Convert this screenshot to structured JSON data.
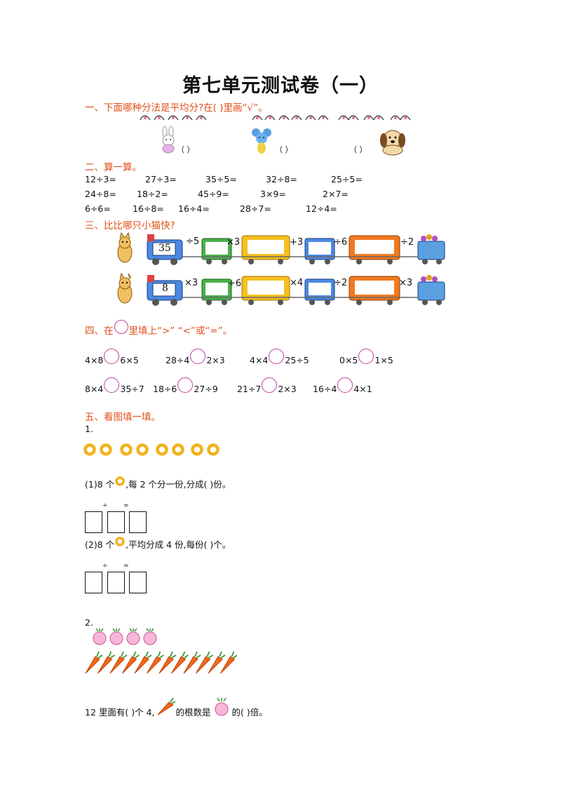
{
  "title": "第七单元测试卷（一）",
  "section1": {
    "heading": "一、下面哪种分法是平均分?在(      )里画“√”。",
    "parens": [
      "（   ）",
      "（   ）",
      "（   ）"
    ]
  },
  "section2": {
    "heading": "二、算一算。",
    "rows": [
      [
        "12÷3=",
        "27÷3=",
        "35÷5=",
        "32÷8=",
        "25÷5="
      ],
      [
        "24÷8=",
        "18÷2=",
        "45÷9=",
        "3×9=",
        "2×7="
      ],
      [
        "6÷6=",
        "16÷8=",
        "16÷4=",
        "28÷7=",
        "12÷4="
      ]
    ]
  },
  "section3": {
    "heading": "三、比比哪只小猫快?",
    "train1": {
      "start": "35",
      "ops": [
        "÷5",
        "×3",
        "+3",
        "÷6",
        "÷2"
      ]
    },
    "train2": {
      "start": "8",
      "ops": [
        "×3",
        "÷6",
        "×4",
        "÷2",
        "×3"
      ]
    }
  },
  "section4": {
    "heading_before": "四、在",
    "heading_after": "里填上“>” “<”或“=”。",
    "rows": [
      [
        [
          "4×8",
          "6×5"
        ],
        [
          "28÷4",
          "2×3"
        ],
        [
          "4×4",
          "25÷5"
        ],
        [
          "0×5",
          "1×5"
        ]
      ],
      [
        [
          "8×4",
          "35÷7"
        ],
        [
          "18÷6",
          "27÷9"
        ],
        [
          "21÷7",
          "2×3"
        ],
        [
          "16÷4",
          "4×1"
        ]
      ]
    ]
  },
  "section5": {
    "heading": "五、看图填一填。",
    "q1_label": "1.",
    "q1_part1_before": "(1)8 个",
    "q1_part1_after": ",每 2 个分一份,分成(        )份。",
    "q1_part2_before": "(2)8 个",
    "q1_part2_after": ",平均分成 4 份,每份(        )个。",
    "div_sign": "÷",
    "eq_sign": "=",
    "q2_label": "2.",
    "q2_a": "12 里面有(        )个 4,",
    "q2_b": "的根数是",
    "q2_c": "的(        )倍。"
  },
  "colors": {
    "section": "#e0501a",
    "ring": "#f2b21c",
    "carrot": "#f06a1a"
  }
}
